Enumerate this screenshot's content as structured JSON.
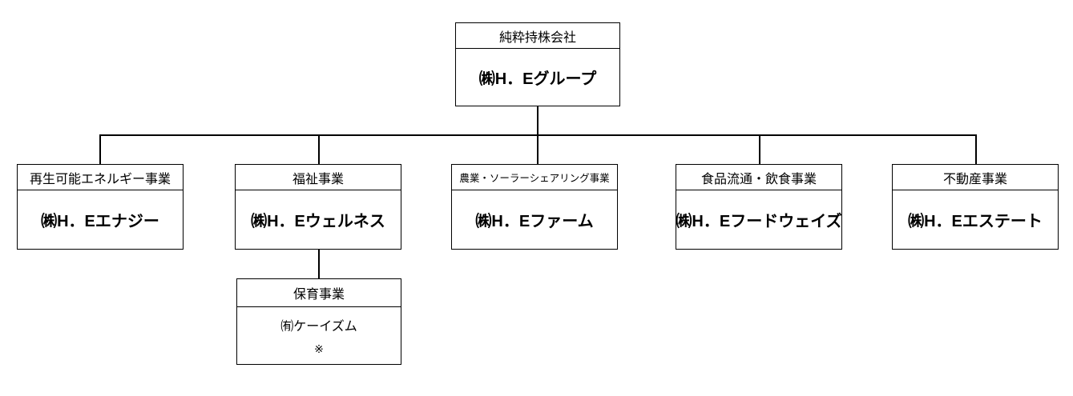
{
  "org": {
    "root": {
      "category": "純粋持株会社",
      "company": "㈱H．Eグループ"
    },
    "children": [
      {
        "category": "再生可能エネルギー事業",
        "company": "㈱H．Eエナジー"
      },
      {
        "category": "福祉事業",
        "company": "㈱H．Eウェルネス"
      },
      {
        "category": "農業・ソーラーシェアリング事業",
        "company": "㈱H．Eファーム"
      },
      {
        "category": "食品流通・飲食事業",
        "company": "㈱H．Eフードウェイズ"
      },
      {
        "category": "不動産事業",
        "company": "㈱H．Eエステート"
      }
    ],
    "grandchild": {
      "category": "保育事業",
      "company": "㈲ケーイズム",
      "note": "※",
      "parent": "㈱H．Eウェルネス"
    }
  },
  "colors": {
    "line": "#000000",
    "background": "#ffffff",
    "text": "#000000"
  }
}
